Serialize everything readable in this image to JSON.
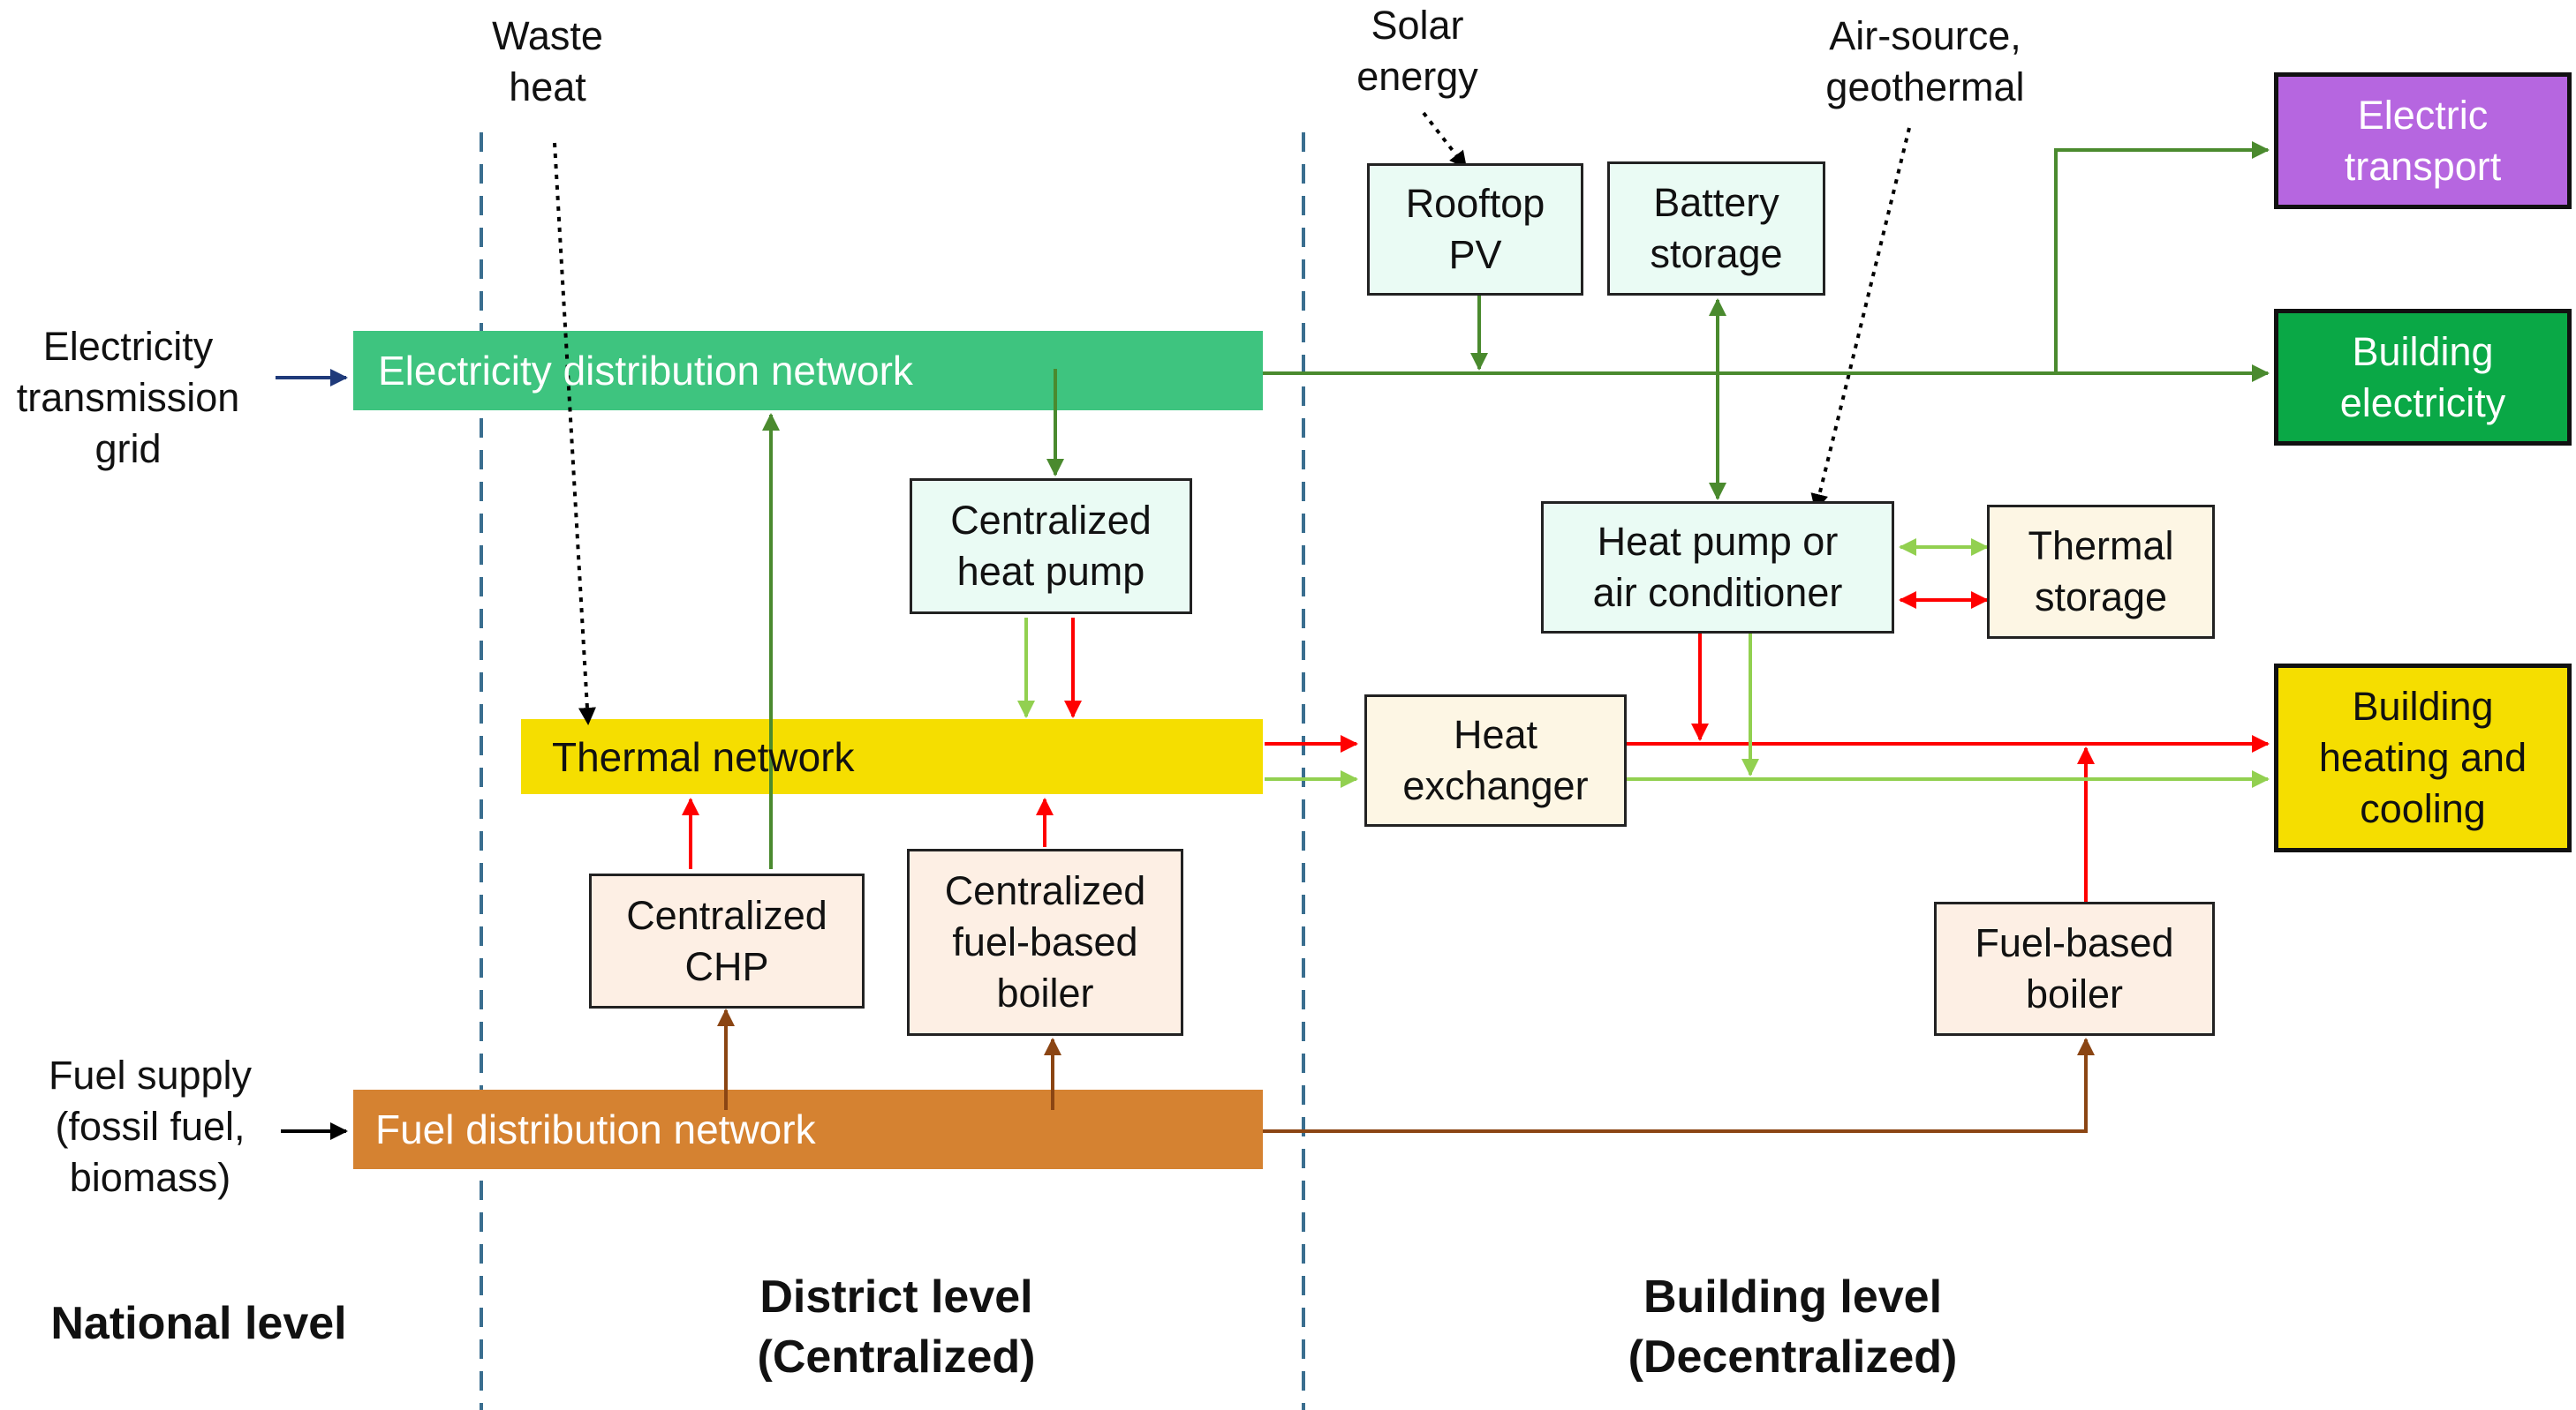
{
  "colors": {
    "electricity_bar": "#3ec47f",
    "thermal_bar": "#f5de00",
    "fuel_bar": "#d58231",
    "electric_line": "#4a8a2e",
    "hot_line": "#ff0000",
    "cool_line": "#92d050",
    "fuel_line": "#8b4513",
    "input_arrow": "#1f3a7a",
    "electric_transport_box": "#b666e0",
    "building_electricity_box": "#0aa846",
    "building_heating_box": "#f5de00",
    "converter_fill": "#eafbf4",
    "heat_fill": "#fdf6e4",
    "fuel_fill": "#fdefe4",
    "divider": "#3a6e8f"
  },
  "inputs": {
    "waste_heat": [
      "Waste",
      "heat"
    ],
    "solar_energy": [
      "Solar",
      "energy"
    ],
    "air_source": [
      "Air-source,",
      "geothermal"
    ],
    "electricity_grid": [
      "Electricity",
      "transmission",
      "grid"
    ],
    "fuel_supply": [
      "Fuel supply",
      "(fossil fuel,",
      "biomass)"
    ]
  },
  "networks": {
    "electricity": "Electricity distribution network",
    "thermal": "Thermal network",
    "fuel": "Fuel distribution network"
  },
  "components": {
    "rooftop_pv": [
      "Rooftop",
      "PV"
    ],
    "battery_storage": [
      "Battery",
      "storage"
    ],
    "centralized_heat_pump": [
      "Centralized",
      "heat pump"
    ],
    "heat_pump_ac": [
      "Heat pump or",
      "air conditioner"
    ],
    "thermal_storage": [
      "Thermal",
      "storage"
    ],
    "heat_exchanger": [
      "Heat",
      "exchanger"
    ],
    "centralized_chp": [
      "Centralized",
      "CHP"
    ],
    "centralized_boiler": [
      "Centralized",
      "fuel-based",
      "boiler"
    ],
    "fuel_boiler": [
      "Fuel-based",
      "boiler"
    ]
  },
  "outputs": {
    "electric_transport": [
      "Electric",
      "transport"
    ],
    "building_electricity": [
      "Building",
      "electricity"
    ],
    "building_heating": [
      "Building",
      "heating and",
      "cooling"
    ]
  },
  "levels": {
    "national": [
      "National level"
    ],
    "district": [
      "District level",
      "(Centralized)"
    ],
    "building": [
      "Building level",
      "(Decentralized)"
    ]
  }
}
